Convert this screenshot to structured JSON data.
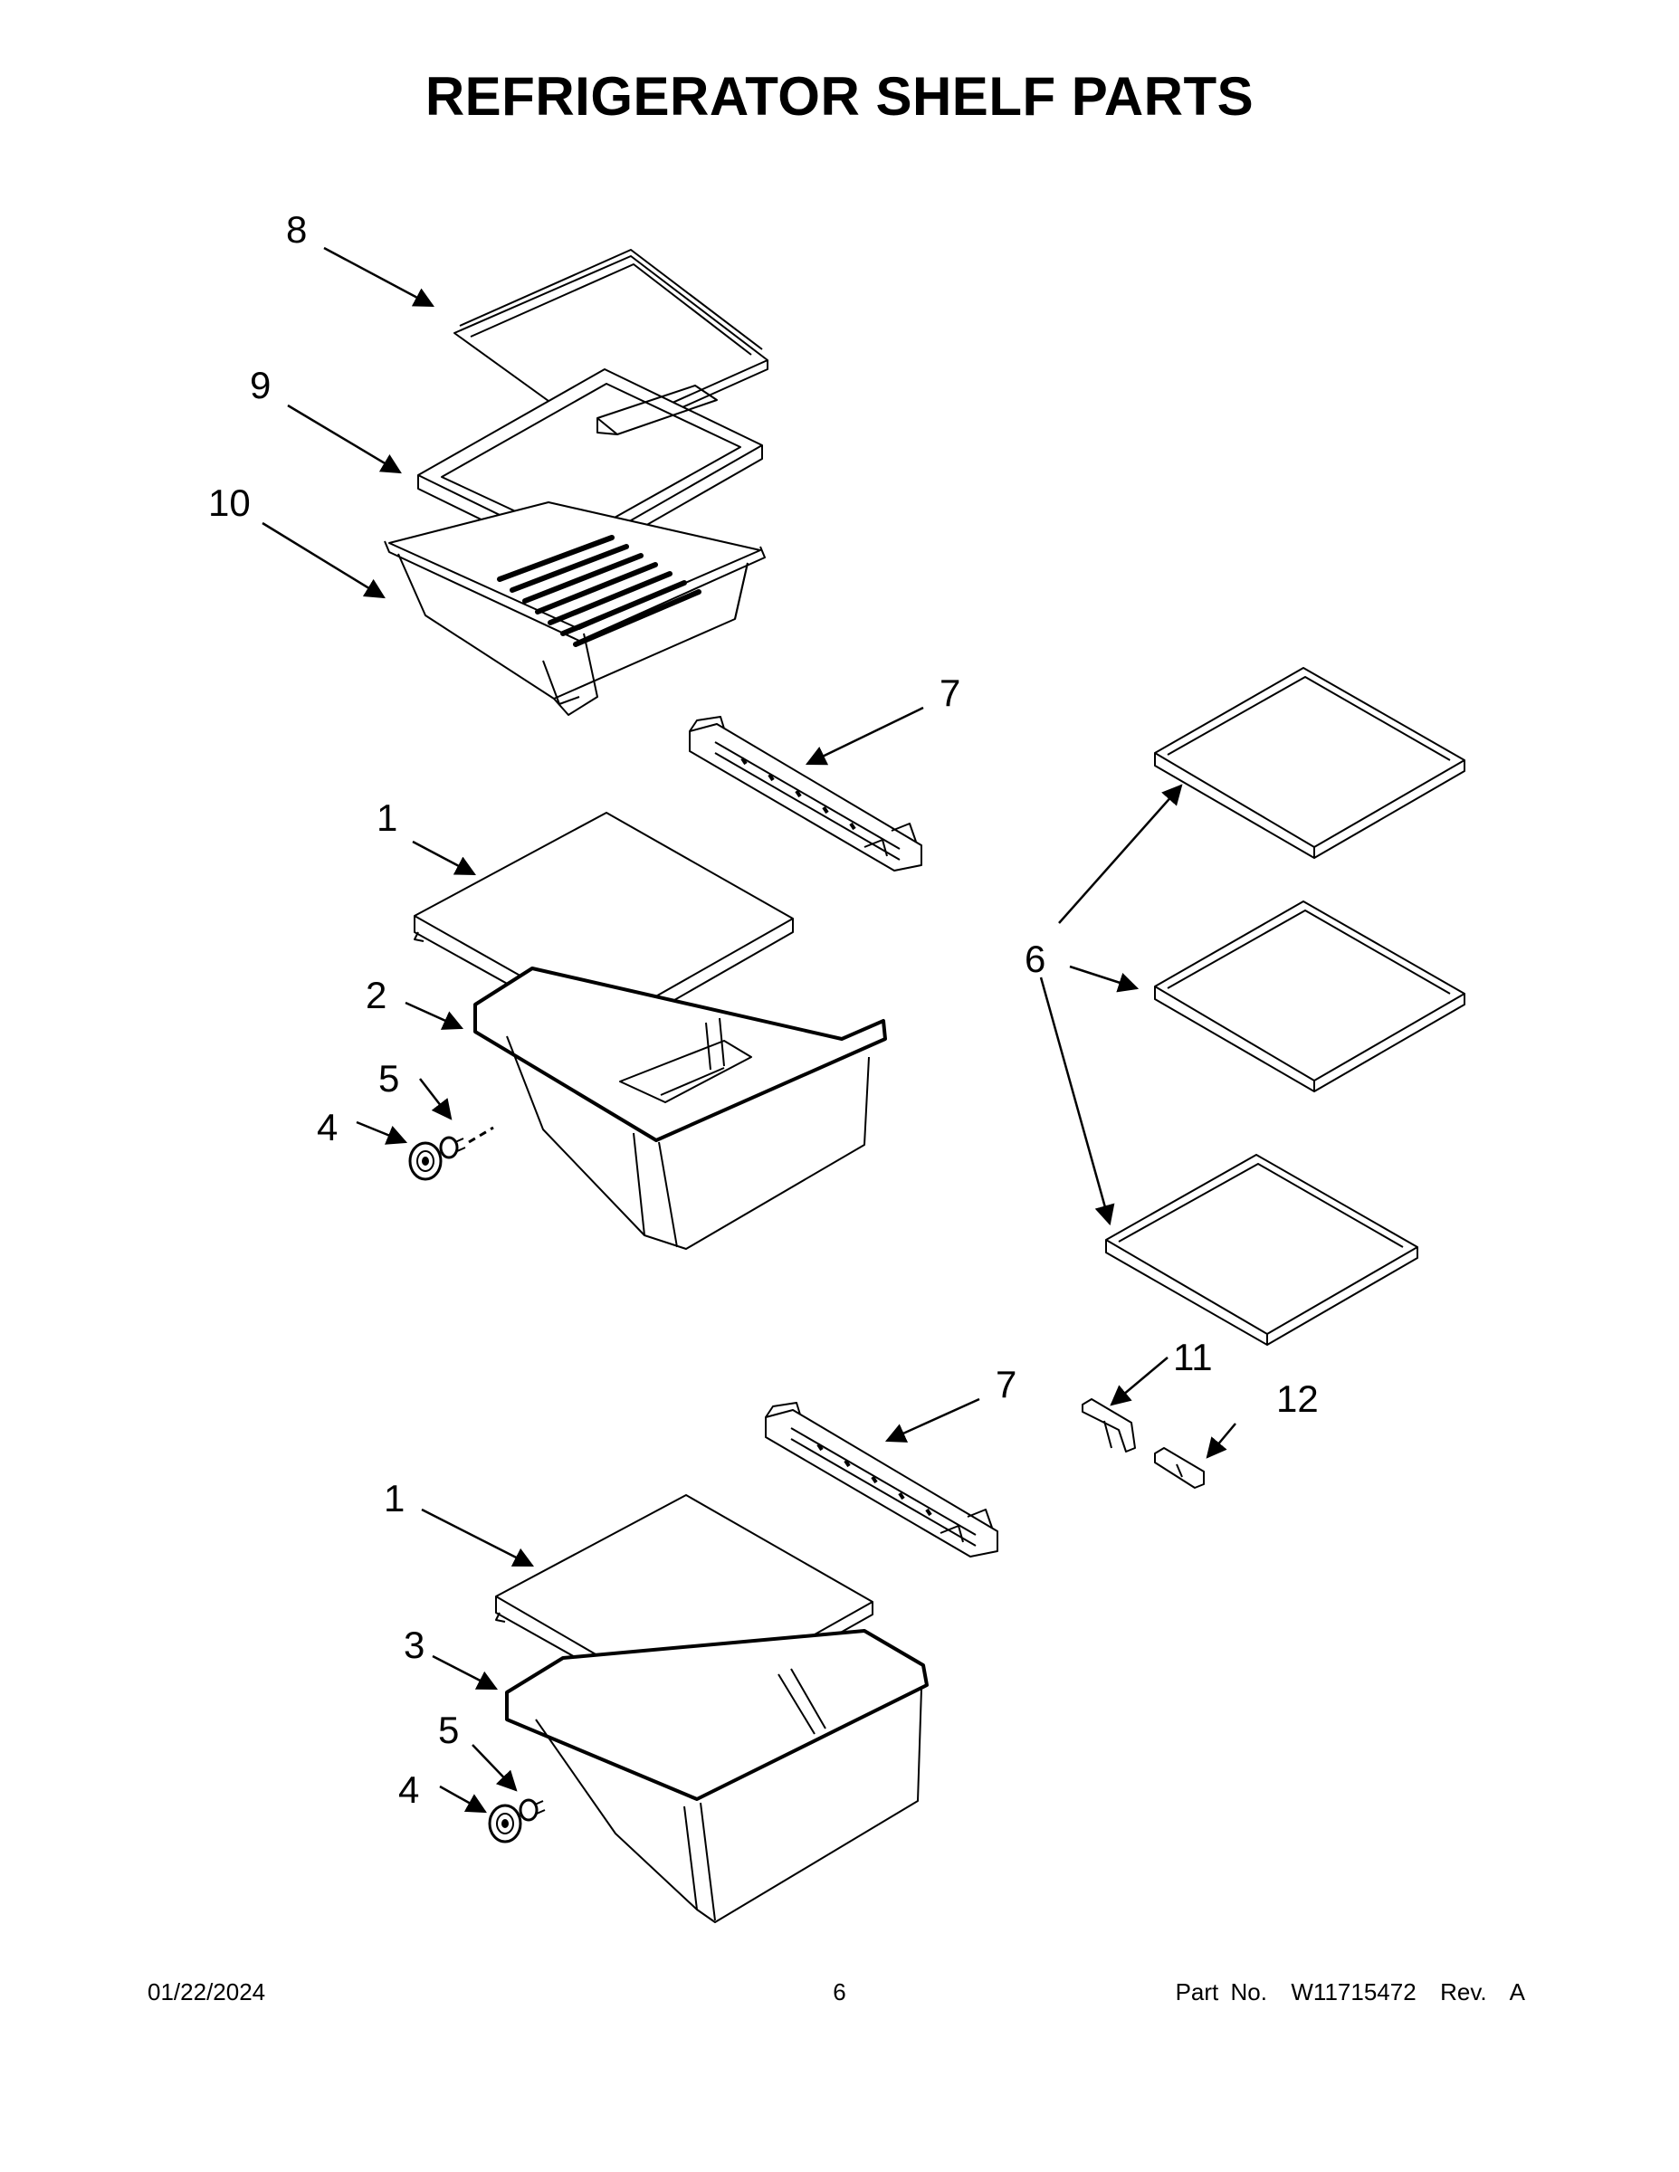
{
  "title": "REFRIGERATOR SHELF PARTS",
  "callouts": {
    "c8": "8",
    "c9": "9",
    "c10": "10",
    "c7a": "7",
    "c7b": "7",
    "c1a": "1",
    "c1b": "1",
    "c2": "2",
    "c3": "3",
    "c4a": "4",
    "c4b": "4",
    "c5a": "5",
    "c5b": "5",
    "c6": "6",
    "c11": "11",
    "c12": "12"
  },
  "footer": {
    "date": "01/22/2024",
    "page": "6",
    "part": "Part No.  W11715472  Rev.  A"
  }
}
